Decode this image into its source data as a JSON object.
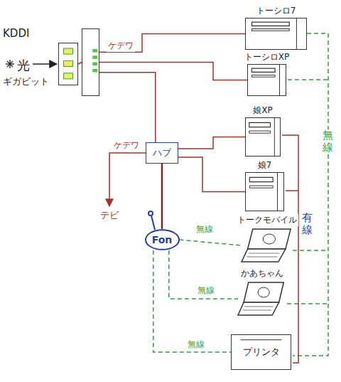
{
  "diagram": {
    "nodes": [
      {
        "text": []
      },
      {
        "text": []
      },
      {
        "text": [
          "トーシロ7"
        ]
      },
      {
        "text": [
          "トーシロXP"
        ]
      },
      {
        "text": [
          "ハブ"
        ]
      },
      {
        "text": [
          "娘XP"
        ]
      },
      {
        "text": [
          "娘7"
        ]
      },
      {
        "text": [
          "テビ"
        ]
      },
      {
        "text": [
          "Fon"
        ]
      },
      {
        "text": [
          "トークモバイル"
        ]
      },
      {
        "text": [
          "かあちゃん"
        ]
      },
      {
        "text": [
          "プリンタ"
        ]
      }
    ],
    "edges": [
      {
        "from": 0,
        "to": 1,
        "arrow": "none"
      },
      {
        "from": 1,
        "to": 2,
        "label": "ケデワ",
        "arrow": "none"
      },
      {
        "from": 1,
        "to": 3,
        "arrow": "none"
      },
      {
        "from": 1,
        "to": 4,
        "arrow": "none"
      },
      {
        "from": 4,
        "to": 5,
        "arrow": "none"
      },
      {
        "from": 4,
        "to": 6,
        "arrow": "none"
      },
      {
        "from": 4,
        "to": 7,
        "label": "ケデワ",
        "arrow": "to"
      },
      {
        "from": 4,
        "to": 8,
        "arrow": "none"
      },
      {
        "from": 8,
        "to": 9,
        "label": "無線",
        "arrow": "none"
      },
      {
        "from": 8,
        "to": 10,
        "label": "無線",
        "arrow": "none"
      },
      {
        "from": 8,
        "to": 11,
        "label": "無線",
        "arrow": "none"
      }
    ],
    "labels": [
      "KDDI",
      "光",
      "ギガビット",
      "無線",
      "有線"
    ]
  }
}
